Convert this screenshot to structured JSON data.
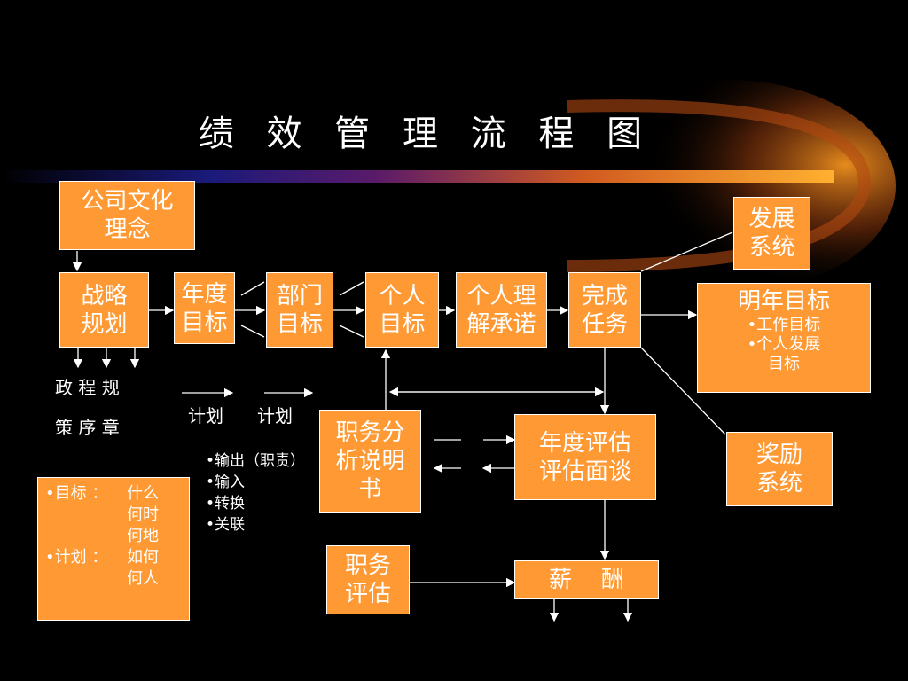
{
  "title": "绩 效 管 理 流 程 图",
  "boxes": {
    "culture": [
      "公司文化",
      "理念"
    ],
    "strategy": [
      "战略",
      "规划"
    ],
    "annual_goal": [
      "年度",
      "目标"
    ],
    "dept_goal": [
      "部门",
      "目标"
    ],
    "personal_goal": [
      "个人",
      "目标"
    ],
    "commitment": [
      "个人理",
      "解承诺"
    ],
    "complete_task": [
      "完成",
      "任务"
    ],
    "development": [
      "发展",
      "系统"
    ],
    "next_year": {
      "title": "明年目标",
      "items": [
        "•工作目标",
        "•个人发展",
        "目标"
      ]
    },
    "job_analysis": [
      "职务分",
      "析说明",
      "书"
    ],
    "annual_review": [
      "年度评估",
      "评估面谈"
    ],
    "reward": [
      "奖励",
      "系统"
    ],
    "job_eval": [
      "职务",
      "评估"
    ],
    "salary": "薪    酬"
  },
  "labels": {
    "policy_row1": "政 程 规",
    "policy_row2": "策 序 章",
    "plan1": "计划",
    "plan2": "计划"
  },
  "bullets": [
    "•输出（职责）",
    "•输入",
    "•转换",
    "•关联"
  ],
  "legend": [
    {
      "k": "•目标 ：",
      "v": "什么"
    },
    {
      "k": "",
      "v": "何时"
    },
    {
      "k": "",
      "v": "何地"
    },
    {
      "k": "•计划 ：",
      "v": "如何"
    },
    {
      "k": "",
      "v": "何人"
    }
  ],
  "colors": {
    "box": "#ff9933",
    "background": "#000000",
    "line": "#ffffff"
  }
}
